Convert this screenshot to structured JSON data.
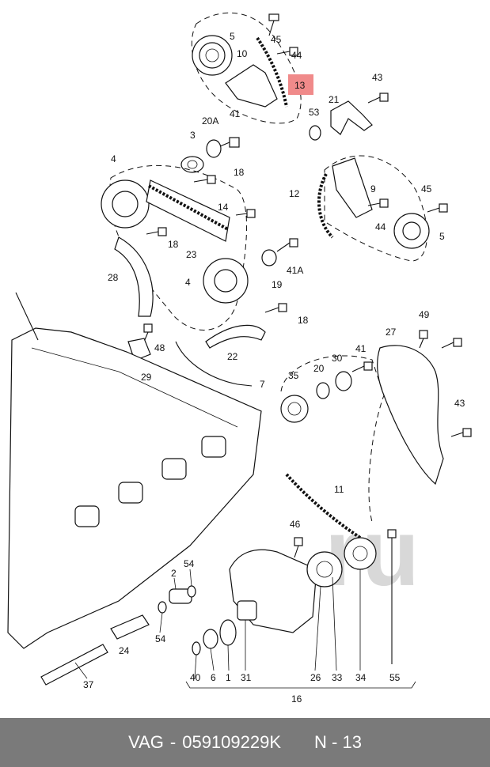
{
  "watermark": "ru",
  "highlight_color": "#f08a8a",
  "labels": {
    "l45a": "45",
    "l5a": "5",
    "l10": "10",
    "l44a": "44",
    "l13": "13",
    "l43a": "43",
    "l21": "21",
    "l53": "53",
    "l20a": "20A",
    "l41a": "41",
    "l3": "3",
    "l4a": "4",
    "l18a": "18",
    "l14": "14",
    "l12": "12",
    "l9": "9",
    "l45b": "45",
    "l44b": "44",
    "l5b": "5",
    "l18b": "18",
    "l23": "23",
    "l28": "28",
    "l4b": "4",
    "l19": "19",
    "l41b": "41A",
    "l18c": "18",
    "l48": "48",
    "l22": "22",
    "l29": "29",
    "l7": "7",
    "l49": "49",
    "l27": "27",
    "l41c": "41",
    "l30": "30",
    "l20b": "20",
    "l35": "35",
    "l43b": "43",
    "l11": "11",
    "l46": "46",
    "l55": "55",
    "l2": "2",
    "l54a": "54",
    "l54b": "54",
    "l24": "24",
    "l37": "37",
    "l40": "40",
    "l6": "6",
    "l1": "1",
    "l31": "31",
    "l26": "26",
    "l33": "33",
    "l34": "34",
    "l16": "16"
  },
  "footer": {
    "brand": "VAG",
    "separator": "-",
    "part_number": "059109229K",
    "page_prefix": "N - 13"
  }
}
